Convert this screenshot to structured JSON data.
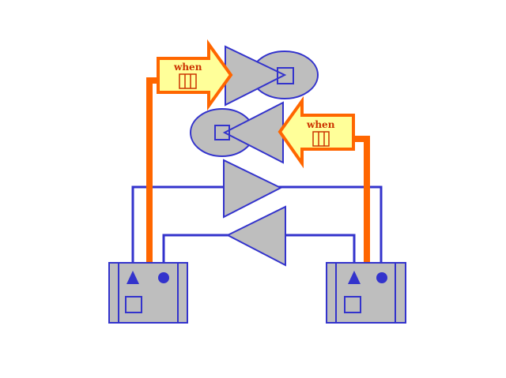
{
  "labels": {
    "when_top": "when",
    "when_right": "when"
  },
  "colors": {
    "background": "#ffffff",
    "blue_line": "#3333cc",
    "shape_fill": "#bebebe",
    "orange": "#ff6600",
    "arrow_fill": "#ffff99",
    "label_text": "#cc3300"
  },
  "icons": {
    "component_left": "component-box",
    "component_right": "component-box",
    "triangle_port": "triangle-icon",
    "circle_port": "circle-icon"
  }
}
